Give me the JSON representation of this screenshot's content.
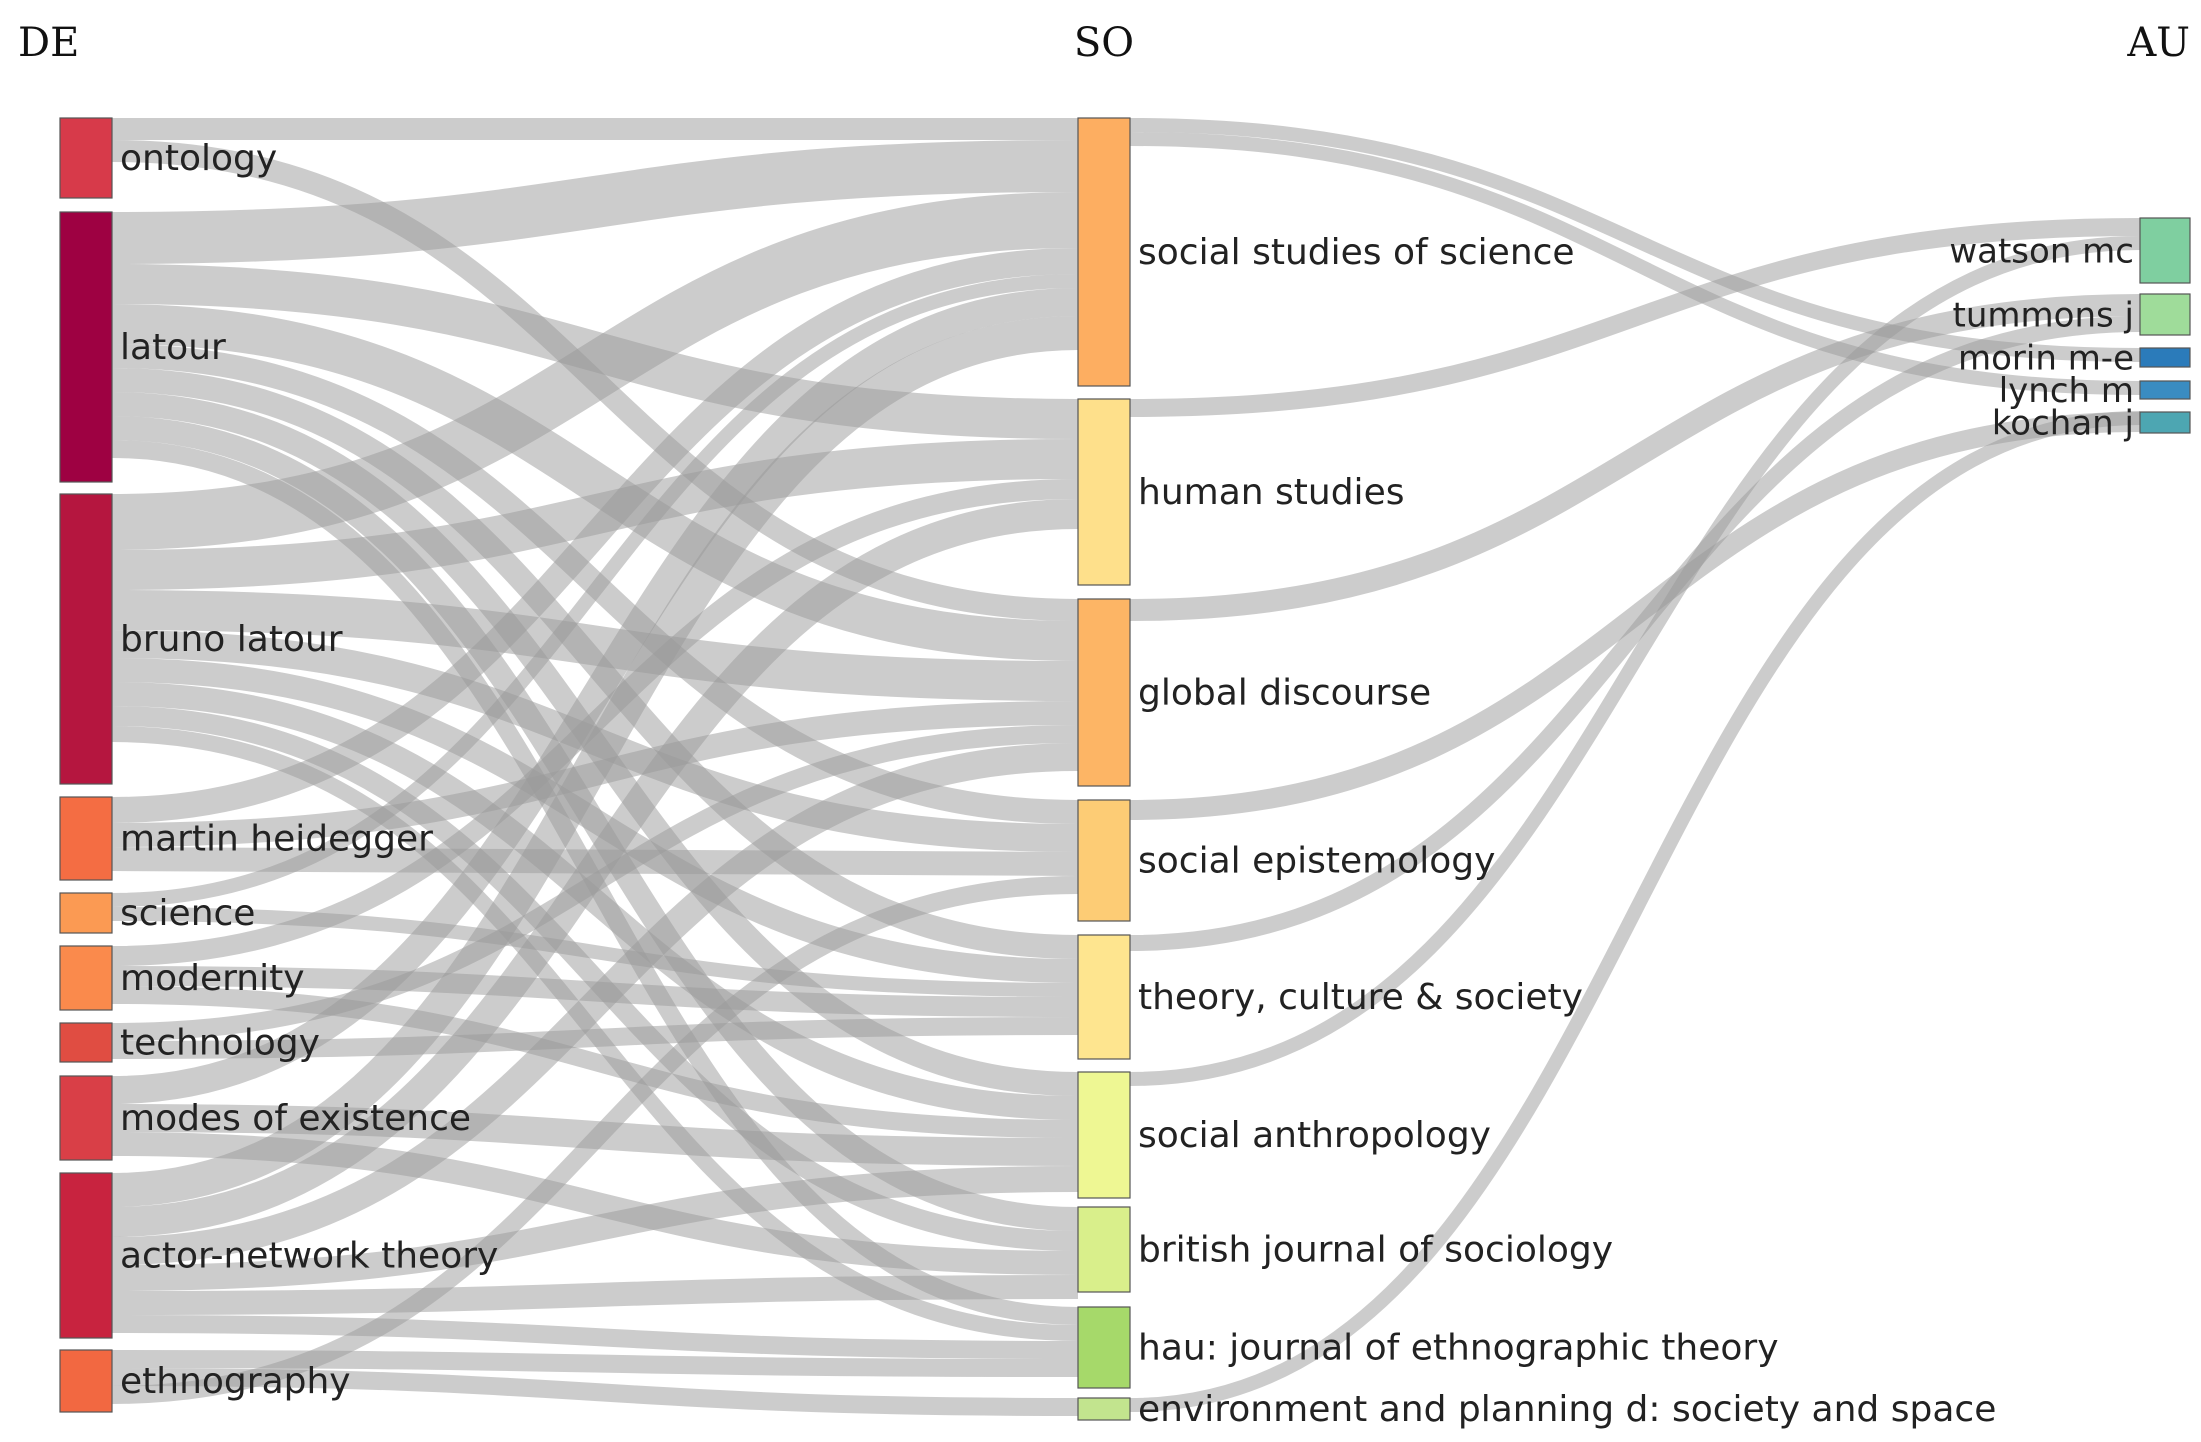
{
  "columns": [
    {
      "key": "DE",
      "header": "DE"
    },
    {
      "key": "SO",
      "header": "SO"
    },
    {
      "key": "AU",
      "header": "AU"
    }
  ],
  "nodes": {
    "DE": [
      {
        "id": "ontology",
        "label": "ontology",
        "color": "#d73a4a"
      },
      {
        "id": "latour",
        "label": "latour",
        "color": "#9e0142"
      },
      {
        "id": "bruno-latour",
        "label": "bruno latour",
        "color": "#b5163f"
      },
      {
        "id": "martin-heidegger",
        "label": "martin heidegger",
        "color": "#f46d43"
      },
      {
        "id": "science",
        "label": "science",
        "color": "#fb9a53"
      },
      {
        "id": "modernity",
        "label": "modernity",
        "color": "#fa8a4c"
      },
      {
        "id": "technology",
        "label": "technology",
        "color": "#e04d42"
      },
      {
        "id": "modes-of-existence",
        "label": "modes of existence",
        "color": "#d93f47"
      },
      {
        "id": "actor-network-theory",
        "label": "actor-network theory",
        "color": "#c8233f"
      },
      {
        "id": "ethnography",
        "label": "ethnography",
        "color": "#f26841"
      }
    ],
    "SO": [
      {
        "id": "social-studies-of-science",
        "label": "social studies of science",
        "color": "#fdae61"
      },
      {
        "id": "human-studies",
        "label": "human studies",
        "color": "#fee08b"
      },
      {
        "id": "global-discourse",
        "label": "global discourse",
        "color": "#fdb565"
      },
      {
        "id": "social-epistemology",
        "label": "social epistemology",
        "color": "#fdcc75"
      },
      {
        "id": "theory-culture-society",
        "label": "theory, culture & society",
        "color": "#fee58f"
      },
      {
        "id": "social-anthropology",
        "label": "social anthropology",
        "color": "#eef793"
      },
      {
        "id": "british-journal-of-sociology",
        "label": "british journal of sociology",
        "color": "#d9ef8b"
      },
      {
        "id": "hau-journal",
        "label": "hau: journal of ethnographic theory",
        "color": "#a6d96a"
      },
      {
        "id": "environment-and-planning-d",
        "label": "environment and planning d: society and space",
        "color": "#c2e48e"
      }
    ],
    "AU": [
      {
        "id": "watson-mc",
        "label": "watson mc",
        "color": "#7fcfa0"
      },
      {
        "id": "tummons-j",
        "label": "tummons j",
        "color": "#9fdc9a"
      },
      {
        "id": "morin-m-e",
        "label": "morin m-e",
        "color": "#2b7bba"
      },
      {
        "id": "lynch-m",
        "label": "lynch m",
        "color": "#3a8cc1"
      },
      {
        "id": "kochan-j",
        "label": "kochan j",
        "color": "#4da6b2"
      }
    ]
  },
  "link_color": "#9a9a9a"
}
